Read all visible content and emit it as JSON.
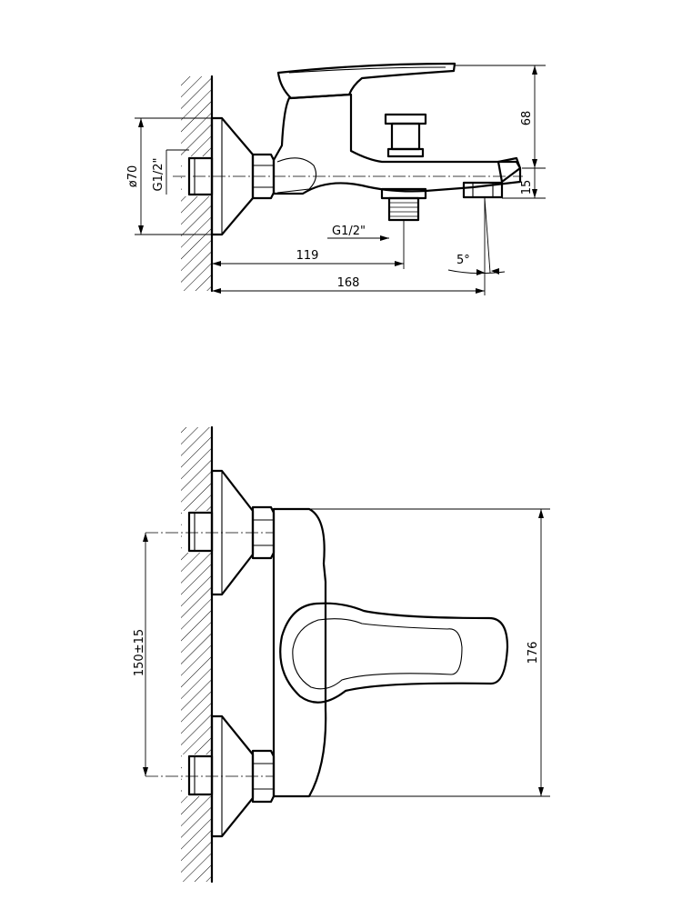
{
  "side_view": {
    "dim_flange_diameter": "ø70",
    "dim_inlet_thread": "G1/2\"",
    "dim_outlet_thread": "G1/2\"",
    "dim_body_height": "68",
    "dim_spout_drop": "15",
    "dim_outlet_position": "119",
    "dim_overall_depth": "168",
    "dim_spout_angle": "5°"
  },
  "front_view": {
    "dim_inlet_spacing": "150±15",
    "dim_body_width": "176"
  }
}
